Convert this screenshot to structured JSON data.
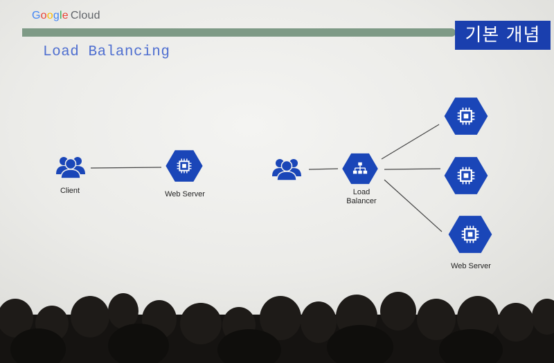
{
  "header": {
    "logo_letters": [
      "G",
      "o",
      "o",
      "g",
      "l",
      "e"
    ],
    "logo_cloud": "Cloud",
    "badge": "기본 개념",
    "title": "Load Balancing"
  },
  "diagram": {
    "client_label": "Client",
    "web_server_label_left": "Web Server",
    "lb_label_line1": "Load",
    "lb_label_line2": "Balancer",
    "web_server_label_right": "Web Server"
  },
  "colors": {
    "accent_blue": "#1a46b8",
    "band_green": "#7e9a86",
    "badge_blue": "#1a3fae",
    "title_blue": "#4f6fd0"
  },
  "icons": [
    "users-icon",
    "server-chip-icon",
    "load-balancer-icon"
  ]
}
